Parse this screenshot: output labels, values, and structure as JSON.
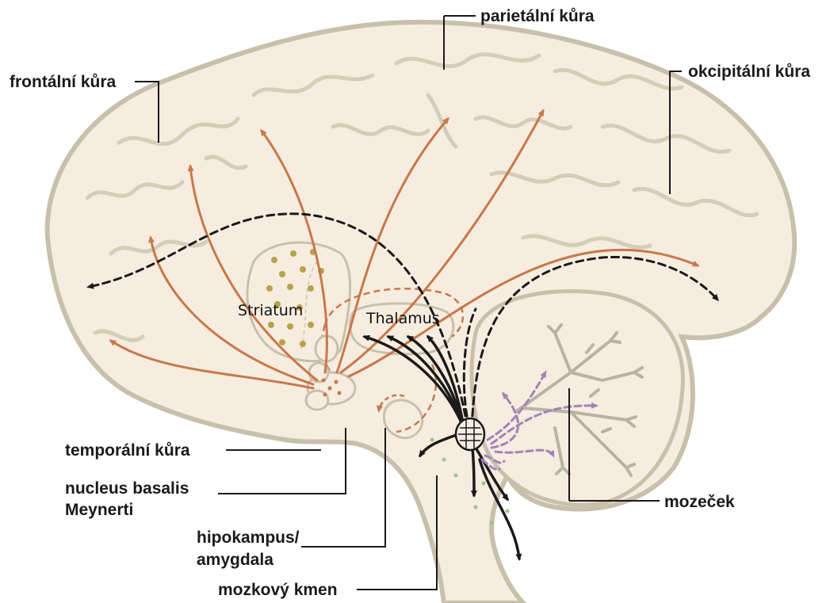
{
  "labels": {
    "parietal": "parietální kůra",
    "frontal": "frontální kůra",
    "occipital": "okcipitální kůra",
    "temporal": "temporální kůra",
    "nucleus_line1": "nucleus basalis",
    "nucleus_line2": "Meynerti",
    "hippo_line1": "hipokampus/",
    "hippo_line2": "amygdala",
    "brainstem": "mozkový kmen",
    "cerebellum": "mozeček",
    "striatum": "Striatum",
    "thalamus": "Thalamus"
  },
  "colors": {
    "brain_fill": "#f6ede0",
    "brain_outline": "#c9c0ab",
    "gyri": "#d6cdb8",
    "cholinergic": "#c8784a",
    "serotonergic": "#1a1a1a",
    "noradrenergic_dashed": "#1a1a1a",
    "cerebellar_dashed": "#a383b8",
    "striatum_dots": "#b8a24a",
    "brainstem_dots": "#9ec48a",
    "cerebellum_tree": "#b7b3a5",
    "label_line": "#1a1a1a"
  }
}
